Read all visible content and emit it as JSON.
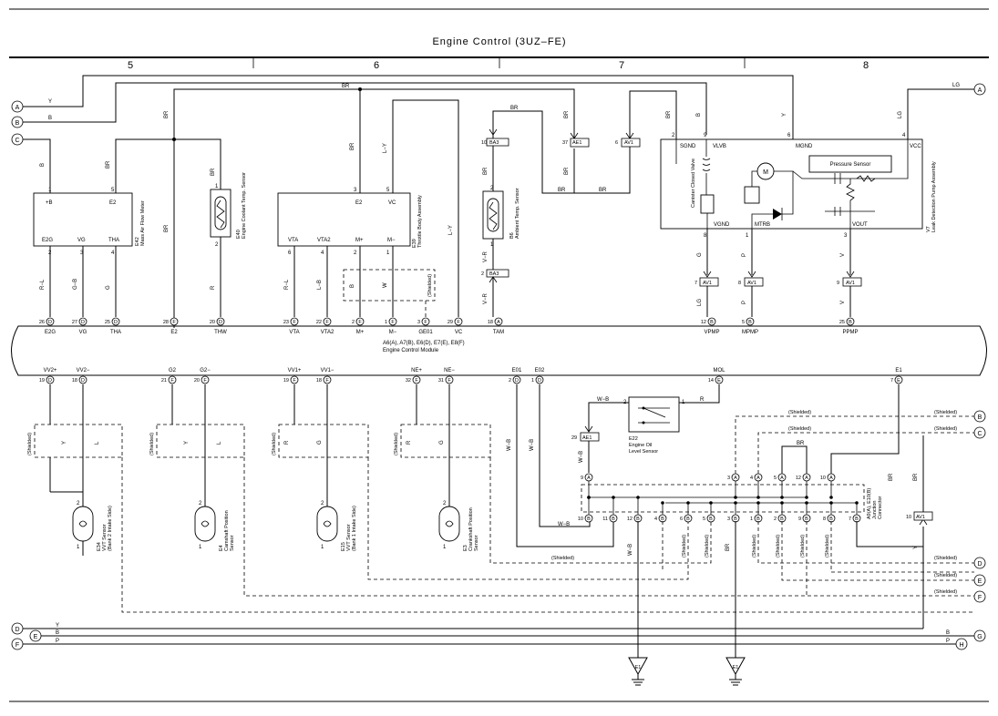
{
  "title": "Engine Control (3UZ–FE)",
  "columns": [
    "5",
    "6",
    "7",
    "8"
  ],
  "left_connectors": [
    "A",
    "B",
    "C",
    "D",
    "E",
    "F"
  ],
  "right_connectors": [
    "A",
    "B",
    "C",
    "D",
    "E",
    "F",
    "G",
    "H"
  ],
  "ecm": {
    "label_line1": "A6(A), A7(B), E6(D), E7(E), E8(F)",
    "label_line2": "Engine Control Module",
    "top_pins": [
      {
        "num": "26",
        "conn": "D",
        "name": "E2G"
      },
      {
        "num": "27",
        "conn": "D",
        "name": "VG"
      },
      {
        "num": "25",
        "conn": "D",
        "name": "THA"
      },
      {
        "num": "28",
        "conn": "F",
        "name": "E2"
      },
      {
        "num": "20",
        "conn": "D",
        "name": "THW"
      },
      {
        "num": "23",
        "conn": "F",
        "name": "VTA"
      },
      {
        "num": "22",
        "conn": "F",
        "name": "VTA2"
      },
      {
        "num": "2",
        "conn": "F",
        "name": "M+"
      },
      {
        "num": "1",
        "conn": "F",
        "name": "M−"
      },
      {
        "num": "3",
        "conn": "F",
        "name": "GE01"
      },
      {
        "num": "29",
        "conn": "F",
        "name": "VC"
      },
      {
        "num": "18",
        "conn": "A",
        "name": "TAM"
      },
      {
        "num": "12",
        "conn": "B",
        "name": "VPMP"
      },
      {
        "num": "5",
        "conn": "B",
        "name": "MPMP"
      },
      {
        "num": "25",
        "conn": "B",
        "name": "PPMP"
      }
    ],
    "bottom_pins": [
      {
        "num": "19",
        "conn": "D",
        "name": "VV2+"
      },
      {
        "num": "18",
        "conn": "D",
        "name": "VV2−"
      },
      {
        "num": "21",
        "conn": "F",
        "name": "G2"
      },
      {
        "num": "20",
        "conn": "F",
        "name": "G2−"
      },
      {
        "num": "19",
        "conn": "F",
        "name": "VV1+"
      },
      {
        "num": "18",
        "conn": "F",
        "name": "VV1−"
      },
      {
        "num": "32",
        "conn": "F",
        "name": "NE+"
      },
      {
        "num": "31",
        "conn": "F",
        "name": "NE−"
      },
      {
        "num": "2",
        "conn": "D",
        "name": "E01"
      },
      {
        "num": "1",
        "conn": "D",
        "name": "E02"
      },
      {
        "num": "14",
        "conn": "E",
        "name": "MOL"
      },
      {
        "num": "7",
        "conn": "E",
        "name": "E1"
      }
    ]
  },
  "components": {
    "e42": {
      "ref": "E42",
      "name": "Mass Air Flow Meter",
      "top_pins": [
        "+B",
        "E2"
      ],
      "top_nums": [
        "1",
        "5"
      ],
      "bottom_pins": [
        "E2G",
        "VG",
        "THA"
      ],
      "bottom_nums": [
        "2",
        "3",
        "4"
      ]
    },
    "e40": {
      "ref": "E40",
      "name": "Engine Coolant Temp. Sensor",
      "pins": [
        "1",
        "2"
      ]
    },
    "e39": {
      "ref": "E39",
      "name": "Throttle Body Assembly",
      "top_pins": [
        "E2",
        "VC"
      ],
      "top_nums": [
        "3",
        "5"
      ],
      "bottom_pins": [
        "VTA",
        "VTA2",
        "M+",
        "M−"
      ],
      "bottom_nums": [
        "6",
        "4",
        "2",
        "1"
      ],
      "motor_wires": [
        "B",
        "W"
      ],
      "shield": "(Shielded)"
    },
    "b6": {
      "ref": "B6",
      "name": "Ambient Temp. Sensor",
      "pins": [
        "2",
        "1"
      ]
    },
    "v7": {
      "ref": "V7",
      "name": "Leak Detection Pump Assembly",
      "pins_top": [
        "SGND",
        "VLVB",
        "MGND",
        "VCC"
      ],
      "pin_nums_top": [
        "2",
        "9",
        "6",
        "4"
      ],
      "pins_bottom": [
        "VGND",
        "MTRB",
        "VOUT"
      ],
      "pin_nums_bottom": [
        "8",
        "1",
        "3"
      ],
      "valve": "Canister Closed Valve",
      "sensor": "Pressure Sensor",
      "motor": "M"
    },
    "e22": {
      "ref": "E22",
      "name_line1": "Engine Oil",
      "name_line2": "Level Sensor",
      "pins": [
        "2",
        "1"
      ]
    },
    "e34": {
      "ref": "E34",
      "name_line1": "VVT Sensor",
      "name_line2": "(Bank 2 Intake Side)",
      "pins": [
        "2",
        "1"
      ]
    },
    "e4": {
      "ref": "E4",
      "name_line1": "Camshaft Position",
      "name_line2": "Sensor",
      "pins": [
        "2",
        "1"
      ]
    },
    "e15": {
      "ref": "E15",
      "name_line1": "VVT Sensor",
      "name_line2": "(Bank 1 Intake Side)",
      "pins": [
        "2",
        "1"
      ]
    },
    "e3": {
      "ref": "E3",
      "name_line1": "Crankshaft Position",
      "name_line2": "Sensor",
      "pins": [
        "2",
        "1"
      ]
    },
    "junction": {
      "ref": "A9(A), E10(B)",
      "name_line1": "Junction",
      "name_line2": "Connector"
    }
  },
  "inline_connectors": [
    {
      "num": "10",
      "id": "BA3"
    },
    {
      "num": "2",
      "id": "BA3"
    },
    {
      "num": "37",
      "id": "AE1"
    },
    {
      "num": "6",
      "id": "AV1"
    },
    {
      "num": "7",
      "id": "AV1"
    },
    {
      "num": "8",
      "id": "AV1"
    },
    {
      "num": "9",
      "id": "AV1"
    },
    {
      "num": "29",
      "id": "AE1"
    },
    {
      "num": "10",
      "id": "AV1"
    }
  ],
  "wire_colors": {
    "y": "Y",
    "b": "B",
    "br": "BR",
    "lg": "LG",
    "ly": "L−Y",
    "rl": "R−L",
    "gb": "G−B",
    "g": "G",
    "r": "R",
    "lb": "L−B",
    "w": "W",
    "vr": "V−R",
    "p": "P",
    "v": "V",
    "wb": "W−B",
    "l": "L",
    "shielded": "(Shielded)"
  },
  "ground": "E1",
  "colors": {
    "line": "#000000",
    "background": "#ffffff"
  }
}
